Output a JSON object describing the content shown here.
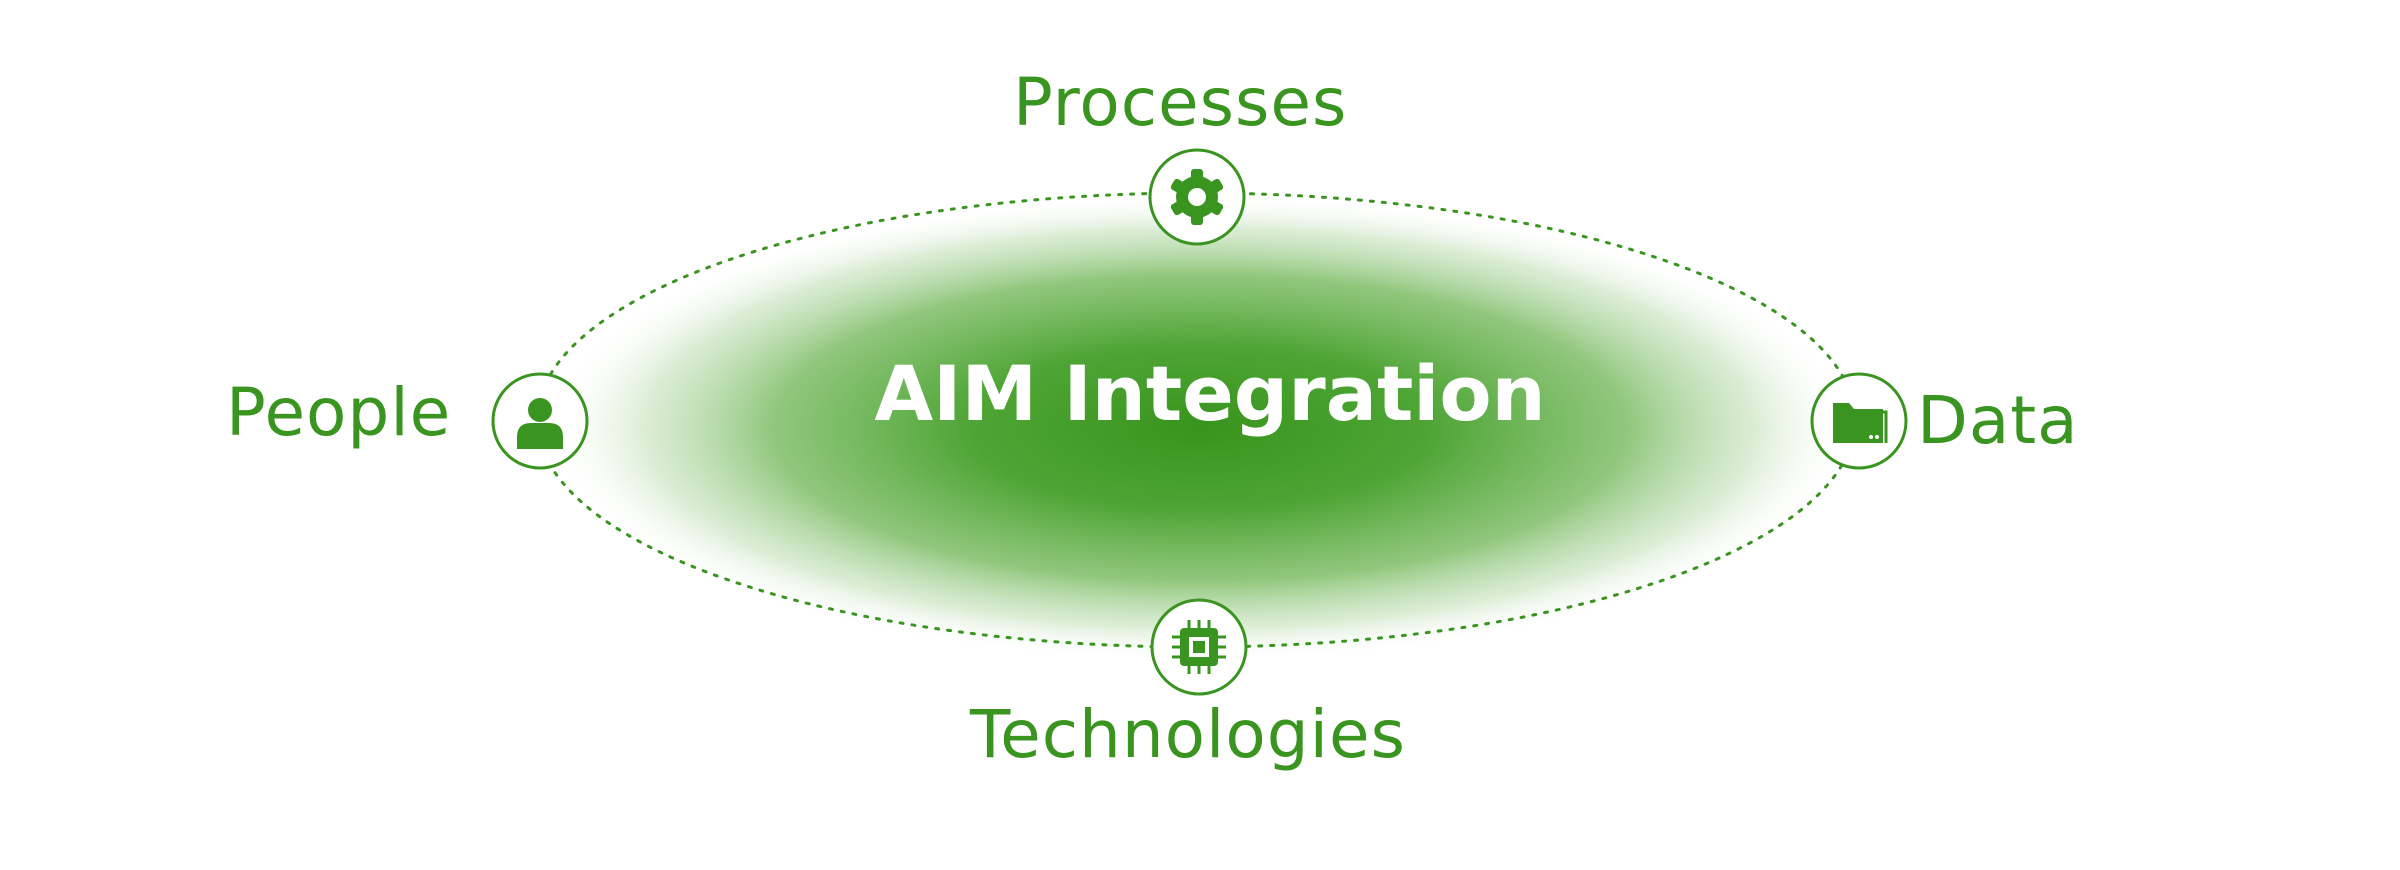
{
  "diagram": {
    "center_title": "AIM Integration",
    "colors": {
      "accent": "#3a9420",
      "center_dark": "#38941c",
      "background": "#ffffff"
    },
    "nodes": [
      {
        "id": "processes",
        "label": "Processes",
        "icon": "gear-icon"
      },
      {
        "id": "people",
        "label": "People",
        "icon": "person-icon"
      },
      {
        "id": "data",
        "label": "Data",
        "icon": "folder-icon"
      },
      {
        "id": "technologies",
        "label": "Technologies",
        "icon": "chip-icon"
      }
    ]
  }
}
